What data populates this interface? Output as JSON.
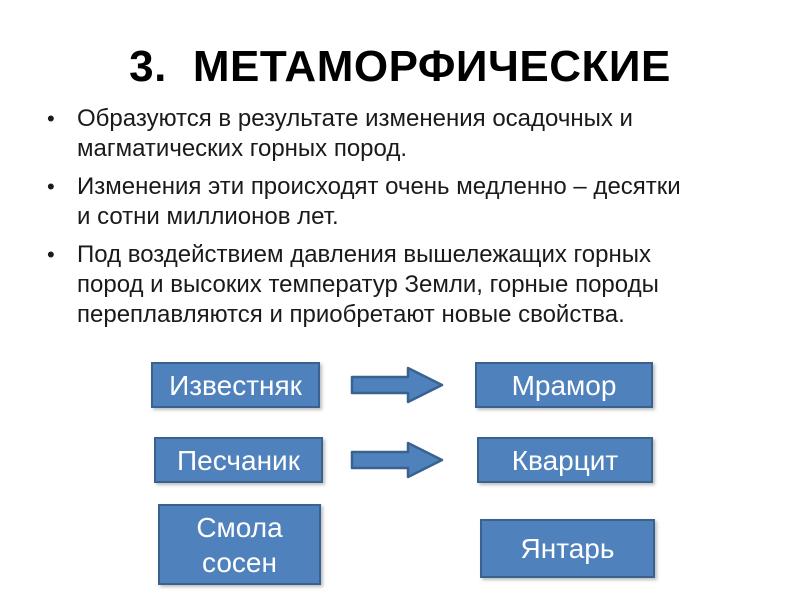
{
  "title": {
    "number": "3.",
    "text": "МЕТАМОРФИЧЕСКИЕ"
  },
  "bullets": [
    {
      "text": "Образуются в результате изменения осадочных и магматических горных пород.",
      "lines": [
        "Образуются в результате изменения осадочных и",
        "магматических горных пород."
      ]
    },
    {
      "text": "Изменения эти происходят очень медленно – десятки и сотни миллионов лет.",
      "lines": [
        "Изменения эти происходят очень медленно – десятки",
        "и сотни миллионов лет."
      ]
    },
    {
      "text": "Под воздействием давления вышележащих горных пород и высоких температур Земли, горные породы переплавляются и приобретают новые свойства.",
      "lines": [
        "Под воздействием давления вышележащих горных",
        "пород и высоких температур Земли, горные породы",
        "переплавляются и приобретают новые свойства."
      ]
    }
  ],
  "diagram": {
    "rows": [
      {
        "from": "Известняк",
        "to": "Мрамор",
        "has_arrow": true
      },
      {
        "from": "Песчаник",
        "to": "Кварцит",
        "has_arrow": true
      },
      {
        "from": "Смола сосен",
        "to": "Янтарь",
        "has_arrow": false
      }
    ]
  },
  "colors": {
    "slide_background": "#ffffff",
    "title_text": "#000000",
    "body_text": "#1a1a1a",
    "box_fill": "#4f81bd",
    "box_border": "#3a628f",
    "box_text": "#ffffff",
    "arrow_fill": "#4f81bd",
    "arrow_border": "#3a628f"
  }
}
